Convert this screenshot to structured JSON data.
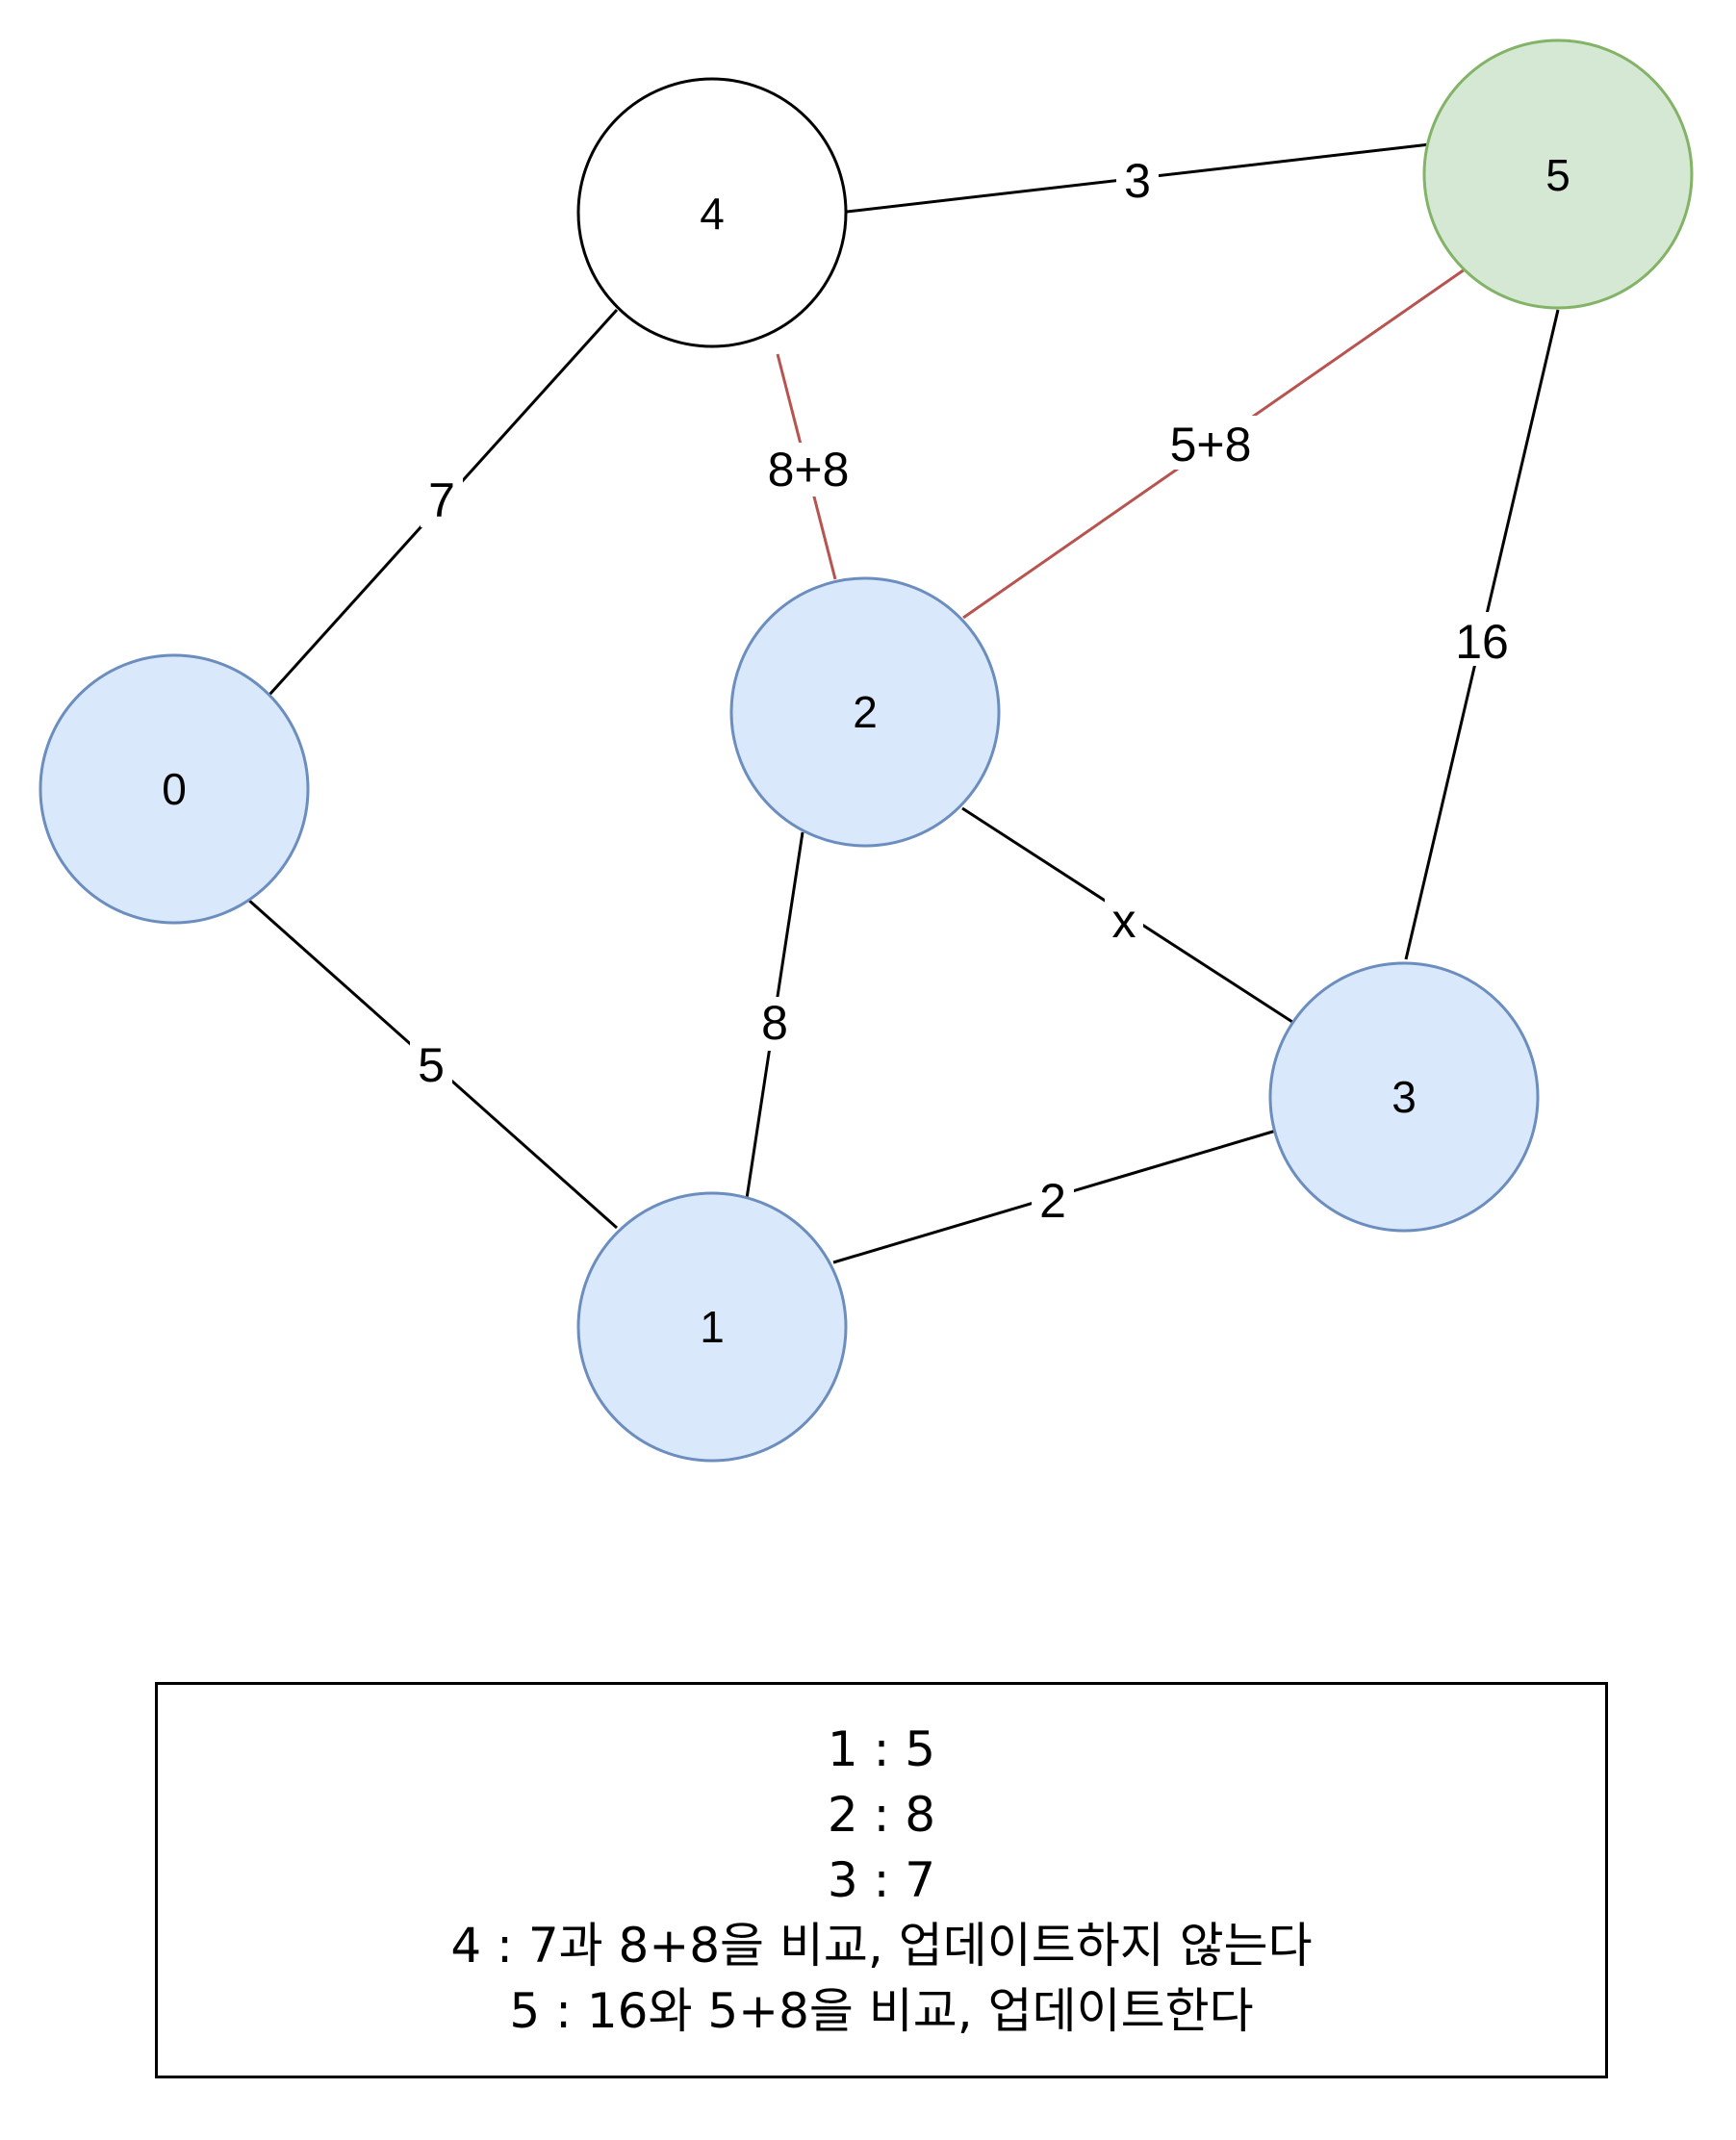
{
  "colors": {
    "visited_fill": "#dae8fc",
    "visited_stroke": "#6c8ebf",
    "current_fill": "#d5e8d4",
    "current_stroke": "#82b366",
    "plain_fill": "#ffffff",
    "plain_stroke": "#000000",
    "edge_default": "#000000",
    "edge_candidate": "#b85450"
  },
  "nodes": [
    {
      "id": "0",
      "label": "0",
      "state": "visited"
    },
    {
      "id": "1",
      "label": "1",
      "state": "visited"
    },
    {
      "id": "2",
      "label": "2",
      "state": "visited"
    },
    {
      "id": "3",
      "label": "3",
      "state": "visited"
    },
    {
      "id": "4",
      "label": "4",
      "state": "plain"
    },
    {
      "id": "5",
      "label": "5",
      "state": "current"
    }
  ],
  "edges": [
    {
      "from": "4",
      "to": "5",
      "label": "3",
      "highlight": false
    },
    {
      "from": "0",
      "to": "4",
      "label": "7",
      "highlight": false
    },
    {
      "from": "4",
      "to": "2",
      "label": "8+8",
      "highlight": true
    },
    {
      "from": "2",
      "to": "5",
      "label": "5+8",
      "highlight": true
    },
    {
      "from": "5",
      "to": "3",
      "label": "16",
      "highlight": false
    },
    {
      "from": "2",
      "to": "3",
      "label": "x",
      "highlight": false
    },
    {
      "from": "0",
      "to": "1",
      "label": "5",
      "highlight": false
    },
    {
      "from": "2",
      "to": "1",
      "label": "8",
      "highlight": false
    },
    {
      "from": "1",
      "to": "3",
      "label": "2",
      "highlight": false
    }
  ],
  "summary": [
    "1 : 5",
    "2 : 8",
    "3 : 7",
    "4 : 7과 8+8을 비교, 업데이트하지 않는다",
    "5 : 16와 5+8을 비교, 업데이트한다"
  ]
}
